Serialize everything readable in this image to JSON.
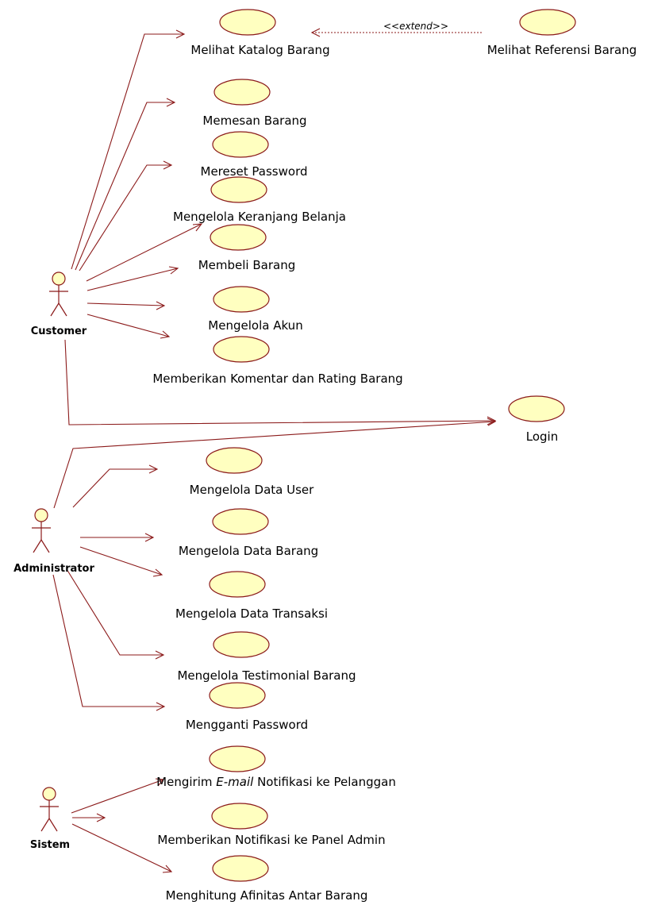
{
  "actors": [
    {
      "id": "customer",
      "label": "Customer"
    },
    {
      "id": "administrator",
      "label": "Administrator"
    },
    {
      "id": "sistem",
      "label": "Sistem"
    }
  ],
  "use_cases": [
    {
      "id": "katalog",
      "label": "Melihat Katalog Barang"
    },
    {
      "id": "referensi",
      "label": "Melihat Referensi Barang"
    },
    {
      "id": "memesan",
      "label": "Memesan Barang"
    },
    {
      "id": "mereset",
      "label": "Mereset Password"
    },
    {
      "id": "keranjang",
      "label": "Mengelola Keranjang Belanja"
    },
    {
      "id": "membeli",
      "label": "Membeli Barang"
    },
    {
      "id": "akun",
      "label": "Mengelola Akun"
    },
    {
      "id": "komentar",
      "label": "Memberikan Komentar dan Rating Barang"
    },
    {
      "id": "login",
      "label": "Login"
    },
    {
      "id": "datauser",
      "label": "Mengelola Data User"
    },
    {
      "id": "databarang",
      "label": "Mengelola Data Barang"
    },
    {
      "id": "transaksi",
      "label": "Mengelola Data Transaksi"
    },
    {
      "id": "testimonial",
      "label": "Mengelola Testimonial Barang"
    },
    {
      "id": "mengganti",
      "label": "Mengganti Password"
    },
    {
      "id": "email",
      "label_parts": [
        "Mengirim ",
        "E-mail",
        " Notifikasi ke Pelanggan"
      ]
    },
    {
      "id": "notifpanel",
      "label": "Memberikan Notifikasi ke Panel Admin"
    },
    {
      "id": "afinitas",
      "label": "Menghitung Afinitas Antar Barang"
    }
  ],
  "extend_relation": {
    "from": "referensi",
    "to": "katalog",
    "label": "<<extend>>"
  },
  "associations": [
    {
      "actor": "customer",
      "use_case": "katalog"
    },
    {
      "actor": "customer",
      "use_case": "memesan"
    },
    {
      "actor": "customer",
      "use_case": "mereset"
    },
    {
      "actor": "customer",
      "use_case": "keranjang"
    },
    {
      "actor": "customer",
      "use_case": "membeli"
    },
    {
      "actor": "customer",
      "use_case": "akun"
    },
    {
      "actor": "customer",
      "use_case": "komentar"
    },
    {
      "actor": "customer",
      "use_case": "login"
    },
    {
      "actor": "administrator",
      "use_case": "login"
    },
    {
      "actor": "administrator",
      "use_case": "datauser"
    },
    {
      "actor": "administrator",
      "use_case": "databarang"
    },
    {
      "actor": "administrator",
      "use_case": "transaksi"
    },
    {
      "actor": "administrator",
      "use_case": "testimonial"
    },
    {
      "actor": "administrator",
      "use_case": "mengganti"
    },
    {
      "actor": "sistem",
      "use_case": "email"
    },
    {
      "actor": "sistem",
      "use_case": "notifpanel"
    },
    {
      "actor": "sistem",
      "use_case": "afinitas"
    }
  ],
  "colors": {
    "stroke": "#8b1a1a",
    "fill": "#ffffc0"
  }
}
